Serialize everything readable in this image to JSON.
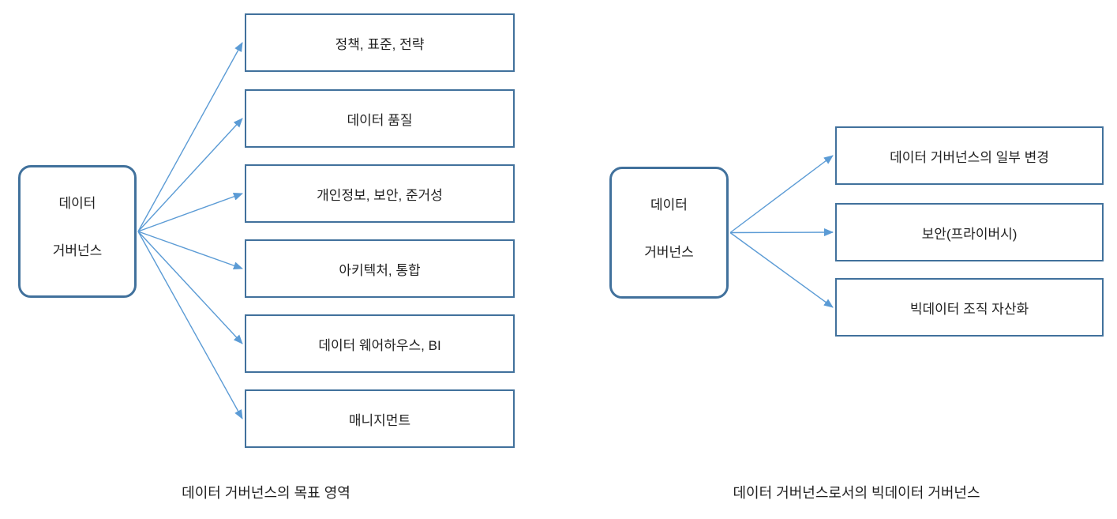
{
  "colors": {
    "box_border": "#41719C",
    "arrow": "#5B9BD5",
    "text": "#1f1f1f",
    "background": "#ffffff"
  },
  "diagrams": [
    {
      "id": "left",
      "root": {
        "label_lines": [
          "데이터",
          "거버넌스"
        ]
      },
      "targets": [
        "정책, 표준, 전략",
        "데이터 품질",
        "개인정보, 보안, 준거성",
        "아키텍처, 통합",
        "데이터 웨어하우스, BI",
        "매니지먼트"
      ],
      "caption": "데이터 거버넌스의 목표 영역"
    },
    {
      "id": "right",
      "root": {
        "label_lines": [
          "데이터",
          "거버넌스"
        ]
      },
      "targets": [
        "데이터 거버넌스의 일부 변경",
        "보안(프라이버시)",
        "빅데이터 조직 자산화"
      ],
      "caption": "데이터 거버넌스로서의 빅데이터 거버넌스"
    }
  ]
}
